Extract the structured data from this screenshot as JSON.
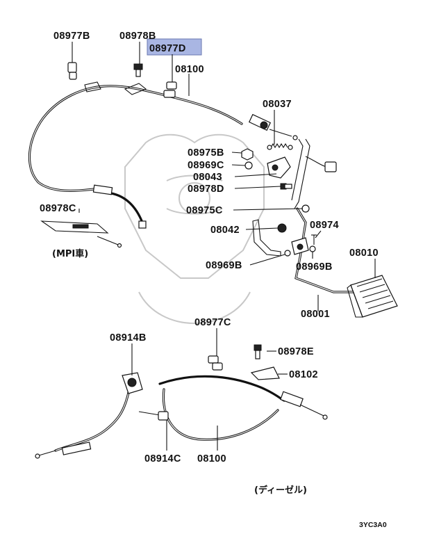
{
  "labels": {
    "p08977B": "08977B",
    "p08978B_top": "08978B",
    "p08977D": "08977D",
    "p08100_top": "08100",
    "p08037": "08037",
    "p08975B": "08975B",
    "p08969C": "08969C",
    "p08043": "08043",
    "p08978D": "08978D",
    "p08978C": "08978C",
    "p08975C": "08975C",
    "p08974": "08974",
    "p08042": "08042",
    "p08010": "08010",
    "p08969B_left": "08969B",
    "p08969B_right": "08969B",
    "p08001": "08001",
    "p08977C": "08977C",
    "p08914B": "08914B",
    "p08978E": "08978E",
    "p08102": "08102",
    "p08914C": "08914C",
    "p08100_bottom": "08100"
  },
  "captions": {
    "mpi": "(MPI車)",
    "diesel": "(ディーゼル)",
    "code": "3YC3A0"
  },
  "highlight_color": "#a9b6e3",
  "highlighted_part": "08977D"
}
